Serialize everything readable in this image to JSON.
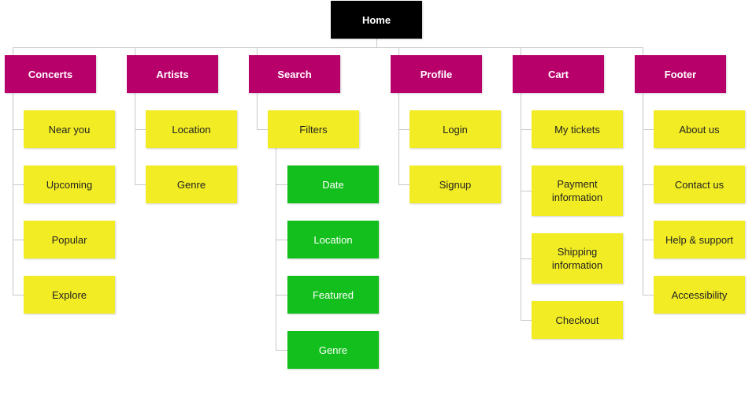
{
  "colors": {
    "root_bg": "#000000",
    "root_text": "#ffffff",
    "section_bg": "#b8006b",
    "section_text": "#ffffff",
    "page_bg": "#f2ec25",
    "page_text": "#222222",
    "sub_bg": "#13bf1c",
    "sub_text": "#ffffff",
    "connector": "#c8c8c8"
  },
  "root": {
    "label": "Home"
  },
  "sections": [
    {
      "id": "concerts",
      "label": "Concerts",
      "children": [
        {
          "label": "Near you"
        },
        {
          "label": "Upcoming"
        },
        {
          "label": "Popular"
        },
        {
          "label": "Explore"
        }
      ]
    },
    {
      "id": "artists",
      "label": "Artists",
      "children": [
        {
          "label": "Location"
        },
        {
          "label": "Genre"
        }
      ]
    },
    {
      "id": "search",
      "label": "Search",
      "children": [
        {
          "label": "Filters",
          "children": [
            {
              "label": "Date"
            },
            {
              "label": "Location"
            },
            {
              "label": "Featured"
            },
            {
              "label": "Genre"
            }
          ]
        }
      ]
    },
    {
      "id": "profile",
      "label": "Profile",
      "children": [
        {
          "label": "Login"
        },
        {
          "label": "Signup"
        }
      ]
    },
    {
      "id": "cart",
      "label": "Cart",
      "children": [
        {
          "label": "My tickets"
        },
        {
          "label": "Payment information"
        },
        {
          "label": "Shipping information"
        },
        {
          "label": "Checkout"
        }
      ]
    },
    {
      "id": "footer",
      "label": "Footer",
      "children": [
        {
          "label": "About us"
        },
        {
          "label": "Contact us"
        },
        {
          "label": "Help & support"
        },
        {
          "label": "Accessibility"
        }
      ]
    }
  ]
}
